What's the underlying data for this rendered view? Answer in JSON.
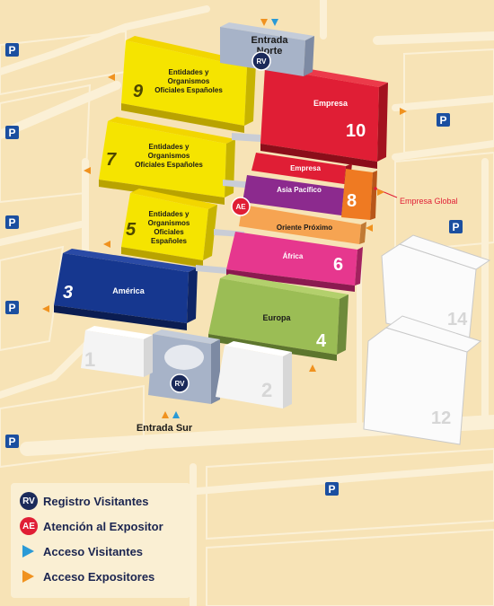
{
  "entrances": {
    "north": [
      "Entrada",
      "Norte"
    ],
    "south": "Entrada Sur"
  },
  "halls": {
    "h9": {
      "number": "9",
      "lines": [
        "Entidades y",
        "Organismos",
        "Oficiales Españoles"
      ]
    },
    "h7": {
      "number": "7",
      "lines": [
        "Entidades y",
        "Organismos",
        "Oficiales Españoles"
      ]
    },
    "h5": {
      "number": "5",
      "lines": [
        "Entidades y",
        "Organismos",
        "Oficiales",
        "Españoles"
      ]
    },
    "h3": {
      "number": "3",
      "label": "América"
    },
    "h10": {
      "number": "10",
      "label": "Empresa"
    },
    "h8": {
      "number": "8",
      "label_top": "Empresa",
      "label_mid": "Asia Pacífico"
    },
    "h6": {
      "number": "6",
      "label_top": "Oriente Próximo",
      "label_mid": "África"
    },
    "h4": {
      "number": "4",
      "label": "Europa"
    },
    "h1": {
      "number": "1"
    },
    "h2": {
      "number": "2"
    },
    "h12": {
      "number": "12"
    },
    "h14": {
      "number": "14"
    }
  },
  "badges": {
    "rv": "RV",
    "ae": "AE",
    "parking": "P"
  },
  "callouts": {
    "empresa_global": "Empresa Global"
  },
  "legend": {
    "items": [
      {
        "badge": "RV",
        "label": "Registro Visitantes"
      },
      {
        "badge": "AE",
        "label": "Atención al Expositor"
      },
      {
        "label": "Acceso Visitantes"
      },
      {
        "label": "Acceso Expositores"
      }
    ]
  },
  "colors": {
    "ground": "#f7e3b6",
    "road": "#fbf0d6",
    "yellow": "#f5e400",
    "blue": "#16378f",
    "red": "#e01e35",
    "orange": "#ef7a22",
    "purple": "#8c2a8e",
    "light_orange": "#f6a452",
    "pink": "#e6378e",
    "green": "#9bbd55",
    "navy": "#1b2a5a",
    "visitor_access": "#2a9ad6",
    "exhibitor_access": "#f0921f",
    "white_hall": "#f4f4f4",
    "grey_hall": "#a7b3c8"
  }
}
